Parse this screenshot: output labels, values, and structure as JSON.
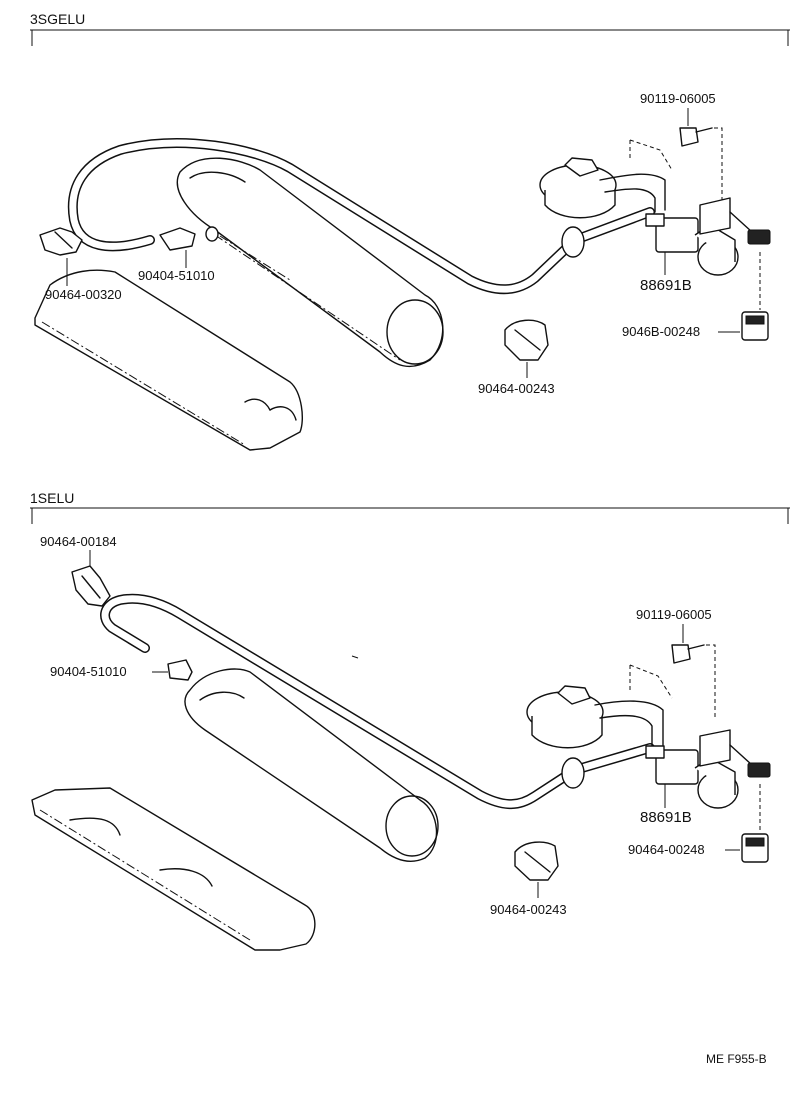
{
  "sections": {
    "top": {
      "label": "3SGELU"
    },
    "bottom": {
      "label": "1SELU"
    }
  },
  "parts": {
    "top": {
      "clamp_left": "90464-00320",
      "union": "90404-51010",
      "bolt": "90119-06005",
      "vsv": "88691B",
      "connector_clamp": "9046B-00248",
      "hose_clamp": "90464-00243"
    },
    "bottom": {
      "clamp_left": "90464-00184",
      "union": "90404-51010",
      "bolt": "90119-06005",
      "vsv": "88691B",
      "connector_clamp": "90464-00248",
      "hose_clamp": "90464-00243"
    }
  },
  "figure_code": "ME F955-B"
}
